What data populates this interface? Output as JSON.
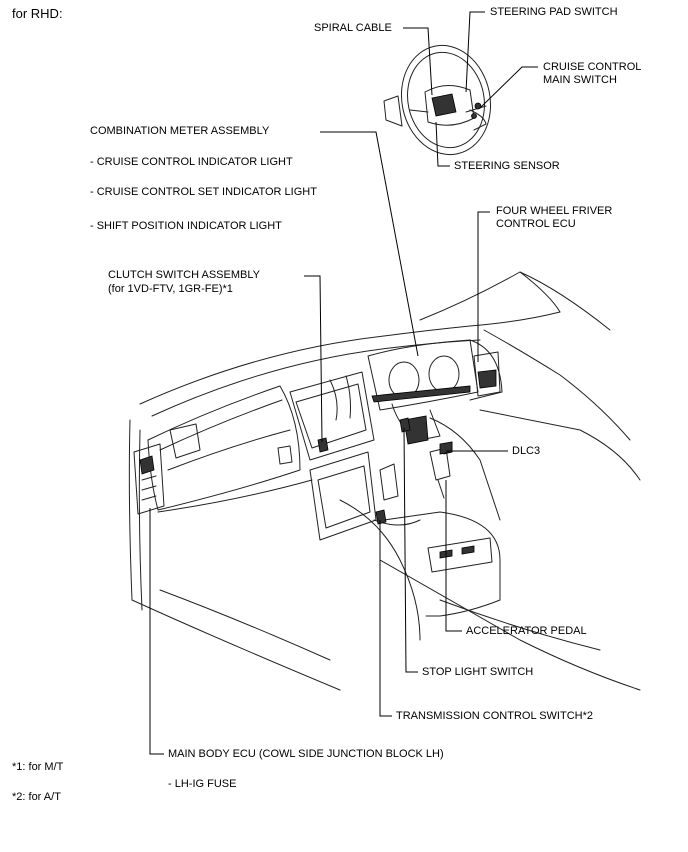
{
  "header": "for RHD:",
  "labels": {
    "spiral_cable": "SPIRAL CABLE",
    "steering_pad_switch": "STEERING PAD SWITCH",
    "cruise_main_1": "CRUISE CONTROL",
    "cruise_main_2": "MAIN SWITCH",
    "steering_sensor": "STEERING SENSOR",
    "combination_meter": "COMBINATION METER ASSEMBLY",
    "cruise_indicator": "- CRUISE CONTROL INDICATOR LIGHT",
    "cruise_set_indicator": "- CRUISE CONTROL SET INDICATOR LIGHT",
    "shift_indicator": "- SHIFT POSITION INDICATOR LIGHT",
    "fwd_ecu_1": "FOUR WHEEL FRIVER",
    "fwd_ecu_2": "CONTROL ECU",
    "clutch_1": "CLUTCH SWITCH ASSEMBLY",
    "clutch_2": "(for 1VD-FTV, 1GR-FE)*1",
    "dlc3": "DLC3",
    "accelerator": "ACCELERATOR PEDAL",
    "stop_light": "STOP LIGHT SWITCH",
    "transmission": "TRANSMISSION CONTROL SWITCH*2",
    "main_body_ecu": "MAIN BODY ECU (COWL SIDE JUNCTION BLOCK LH)",
    "lh_ig_fuse": "- LH-IG FUSE"
  },
  "footnotes": {
    "note1": "*1: for M/T",
    "note2": "*2: for A/T"
  }
}
